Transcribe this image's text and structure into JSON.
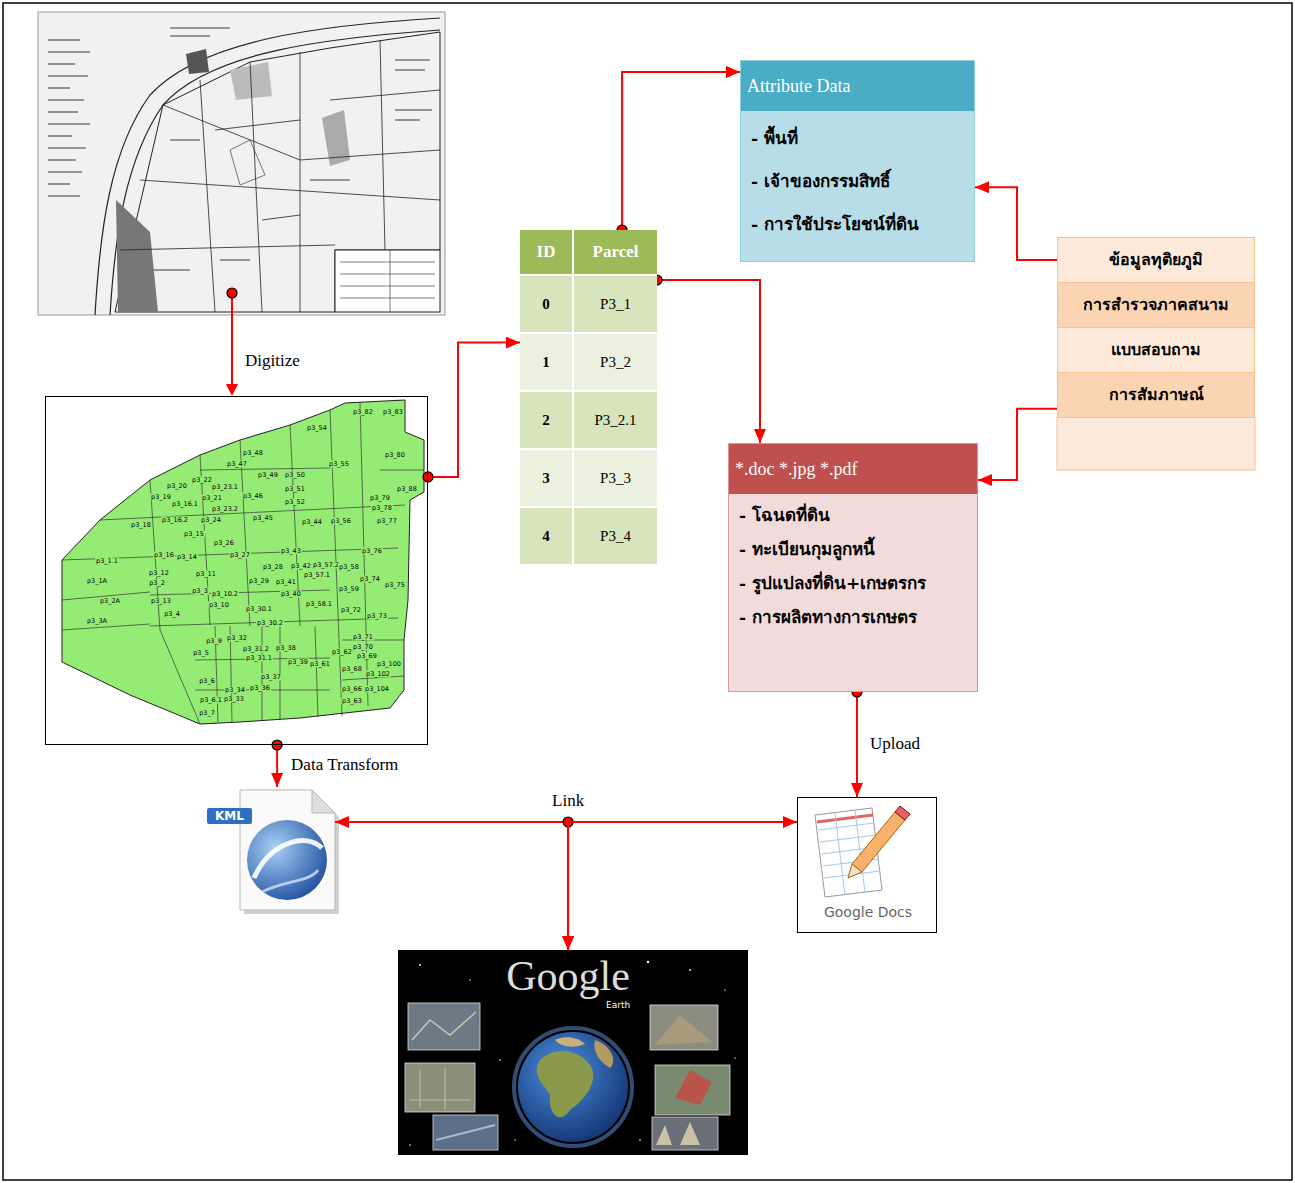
{
  "diagram": {
    "nodes": [
      {
        "text": [
          "p3_82",
          "p3_83",
          "p3_54",
          "p3_48",
          "p3_47",
          "p3_49",
          "p3_50",
          "p3_55",
          "p3_80",
          "p3_88",
          "p3_20",
          "p3_22",
          "p3_23.1",
          "p3_19",
          "p3_16.1",
          "p3_21",
          "p3_46",
          "p3_51",
          "p3_52",
          "p3_79",
          "p3_78",
          "p3_18",
          "p3_16.2",
          "p3_24",
          "p3_23.2",
          "p3_45",
          "p3_44",
          "p3_56",
          "p3_77",
          "p3_15",
          "p3_26",
          "p3_1.1",
          "p3_16",
          "p3_14",
          "p3_27",
          "p3_43",
          "p3_42",
          "p3_57.2",
          "p3_57.1",
          "p3_58",
          "p3_76",
          "p3_1A",
          "p3_12",
          "p3_2",
          "p3_11",
          "p3_28",
          "p3_29",
          "p3_41",
          "p3_74",
          "p3_75",
          "p3_3",
          "p3_10.2",
          "p3_40",
          "p3_59",
          "p3_2A",
          "p3_13",
          "p3_10",
          "p3_30.1",
          "p3_58.1",
          "p3_4",
          "p3_72",
          "p3_73",
          "p3_3A",
          "p3_30.2",
          "p3_9",
          "p3_32",
          "p3_31.2",
          "p3_38",
          "p3_71",
          "p3_5",
          "p3_31.1",
          "p3_39",
          "p3_61",
          "p3_62",
          "p3_70",
          "p3_69",
          "p3_100",
          "p3_68",
          "p3_102",
          "p3_6",
          "p3_37",
          "p3_34",
          "p3_36",
          "p3_66",
          "p3_104",
          "p3_6.1",
          "p3_33",
          "p3_63",
          "p3_7"
        ]
      },
      {
        "text": [
          "ID",
          "Parcel",
          "0",
          "P3_1",
          "1",
          "P3_2",
          "2",
          "P3_2.1",
          "3",
          "P3_3",
          "4",
          "P3_4"
        ]
      },
      {
        "text": [
          "Attribute Data",
          "- พื้นที่",
          "- เจ้าของกรรมสิทธิ์",
          "- การใช้ประโยชน์ที่ดิน"
        ]
      },
      {
        "text": [
          "ข้อมูลทุติยภูมิ"
        ]
      },
      {
        "text": [
          "การสำรวจภาคสนาม"
        ]
      },
      {
        "text": [
          "แบบสอบถาม"
        ]
      },
      {
        "text": [
          "การสัมภาษณ์"
        ]
      },
      {
        "text": [
          "*.doc *.jpg *.pdf",
          "- โฉนดที่ดิน",
          "- ทะเบียนกุมลูกหนี้",
          "- รูปแปลงที่ดิน+เกษตรกร",
          "- การผลิตทางการเกษตร"
        ]
      },
      {
        "text": [
          "KML"
        ]
      },
      {
        "text": [
          "Google Docs"
        ]
      },
      {
        "text": [
          "Google",
          "Earth"
        ]
      }
    ],
    "edges": [
      {
        "from": 0,
        "to": 1,
        "arrow": "to"
      },
      {
        "from": 1,
        "to": 2,
        "arrow": "to"
      },
      {
        "from": 1,
        "to": 7,
        "arrow": "to"
      },
      {
        "from": 3,
        "to": 2,
        "arrow": "to"
      },
      {
        "from": 6,
        "to": 7,
        "arrow": "to"
      },
      {
        "from": 7,
        "to": 9,
        "arrow": "to",
        "label": "Upload"
      },
      {
        "from": 0,
        "to": 8,
        "arrow": "to",
        "label": "Data Transform"
      },
      {
        "from": 8,
        "to": 9,
        "arrow": "both",
        "label": "Link"
      },
      {
        "from": 8,
        "to": 10,
        "arrow": "to"
      },
      {
        "from": 9,
        "to": 10,
        "arrow": "to"
      }
    ],
    "labels": [
      "Digitize"
    ]
  }
}
